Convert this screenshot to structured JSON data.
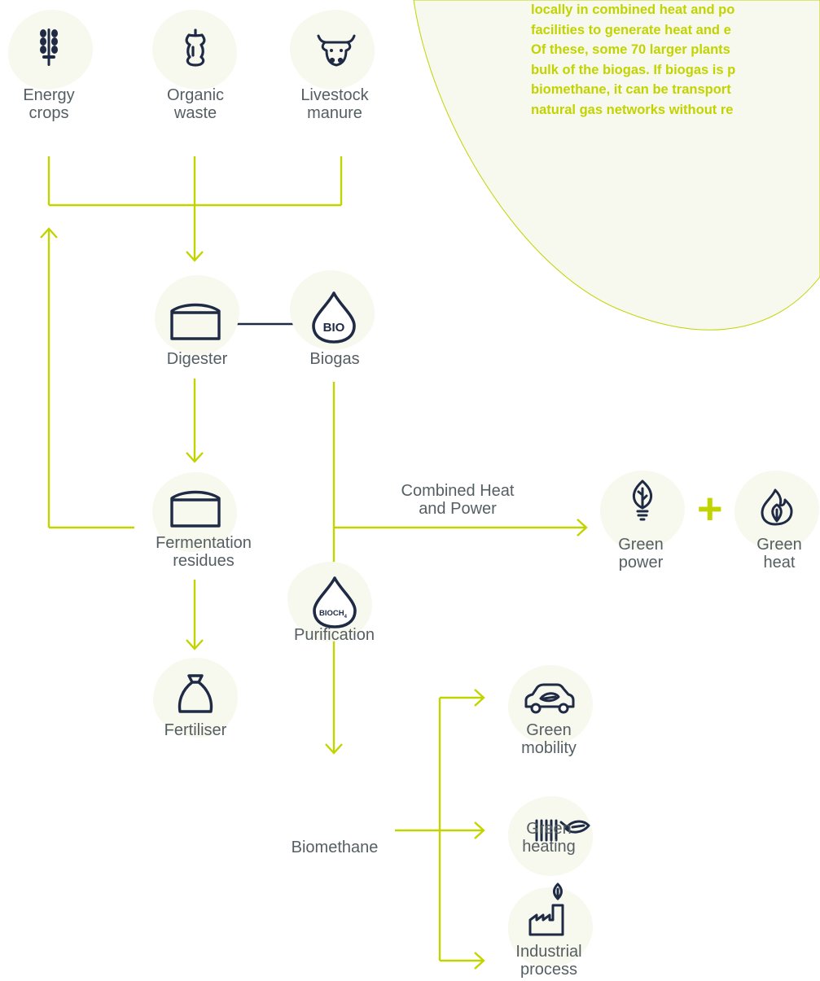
{
  "colors": {
    "accent": "#c2d400",
    "icon": "#1f2a44",
    "text": "#555f63",
    "blob": "#f7f8ee"
  },
  "info_text": {
    "lines": [
      "locally in combined heat and po",
      "facilities to generate heat and e",
      "Of these, some 70 larger plants",
      "bulk of the biogas. If biogas is p",
      "biomethane, it can be transport",
      "natural gas networks without re"
    ]
  },
  "nodes": {
    "energy_crops": {
      "line1": "Energy",
      "line2": "crops",
      "icon": "wheat-icon"
    },
    "organic_waste": {
      "line1": "Organic",
      "line2": "waste",
      "icon": "apple-core-icon"
    },
    "livestock_manure": {
      "line1": "Livestock",
      "line2": "manure",
      "icon": "cow-icon"
    },
    "digester": {
      "line1": "Digester",
      "icon": "digester-tank-icon"
    },
    "biogas": {
      "line1": "Biogas",
      "icon": "bio-drop-icon",
      "icon_text": "BIO"
    },
    "fermentation_residues": {
      "line1": "Fermentation",
      "line2": "residues",
      "icon": "tank-icon"
    },
    "fertiliser": {
      "line1": "Fertiliser",
      "icon": "sack-icon"
    },
    "biomethane": {
      "line1": "Biomethane",
      "icon": "bioch4-drop-icon",
      "icon_text": "BIOCH",
      "icon_sub": "4"
    },
    "green_power": {
      "line1": "Green",
      "line2": "power",
      "icon": "leaf-bulb-icon"
    },
    "green_heat": {
      "line1": "Green",
      "line2": "heat",
      "icon": "flame-leaf-icon"
    },
    "green_mobility": {
      "line1": "Green",
      "line2": "mobility",
      "icon": "car-leaf-icon"
    },
    "green_heating": {
      "line1": "Green",
      "line2": "heating",
      "icon": "radiator-leaf-icon"
    },
    "industrial_process": {
      "line1": "Industrial",
      "line2": "process",
      "icon": "factory-leaf-icon"
    }
  },
  "flow_labels": {
    "chp": {
      "line1": "Combined Heat",
      "line2": "and Power"
    },
    "purification": "Purification",
    "plus": "+"
  }
}
